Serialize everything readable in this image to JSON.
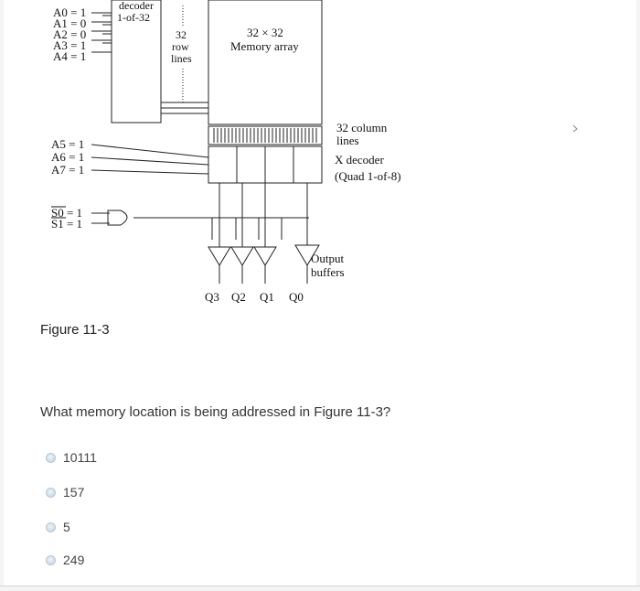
{
  "diagram": {
    "address_labels": [
      "A0 = 1",
      "A1 = 0",
      "A2 = 0",
      "A3 = 1",
      "A4 = 1"
    ],
    "decoder_label": [
      "decoder",
      "1-of-32"
    ],
    "row_lines_label": [
      "32",
      "row",
      "lines"
    ],
    "memory_label": [
      "32 × 32",
      "Memory array"
    ],
    "column_lines_label": [
      "32 column",
      "lines"
    ],
    "x_decoder_label": [
      "X decoder",
      "(Quad 1-of-8)"
    ],
    "column_select_labels": [
      "A5 = 1",
      "A6 = 1",
      "A7 = 1"
    ],
    "select_labels": [
      "S0 = 1",
      "S1 = 1"
    ],
    "output_buffers_label": [
      "Output",
      "buffers"
    ],
    "outputs": [
      "Q3",
      "Q2",
      "Q1",
      "Q0"
    ]
  },
  "figure_caption": "Figure 11-3",
  "question": "What memory location is being addressed in Figure 11-3?",
  "options": [
    "10111",
    "157",
    "5",
    "249"
  ]
}
